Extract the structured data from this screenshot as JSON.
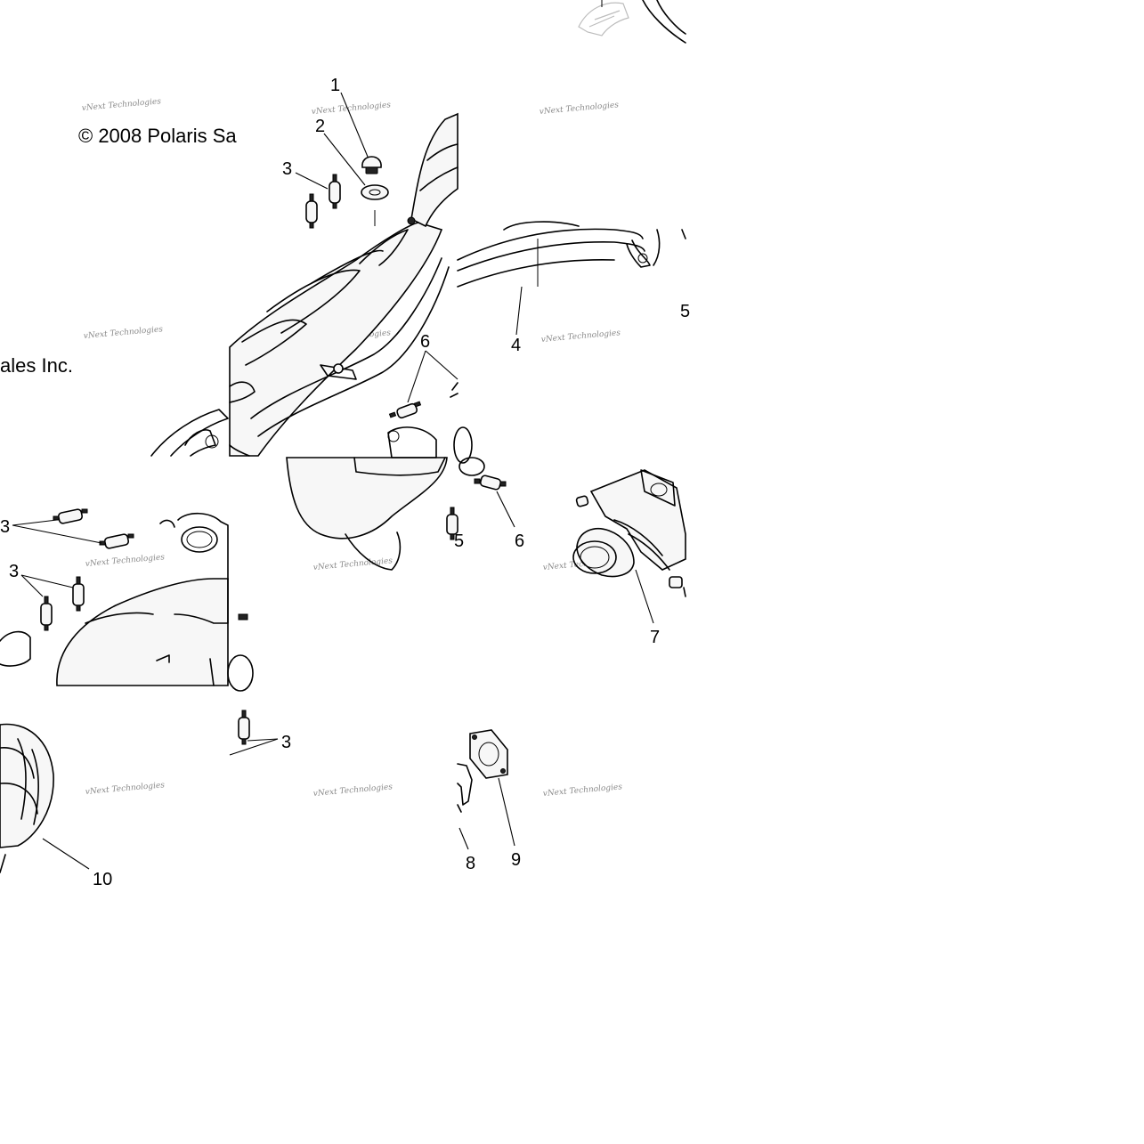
{
  "copyright": {
    "left_fragment": "© 2008 Polaris Sa",
    "right_fragment": "ales Inc."
  },
  "watermark": {
    "text": "vNext Technologies"
  },
  "callouts": [
    {
      "id": "1",
      "label": "1"
    },
    {
      "id": "2",
      "label": "2"
    },
    {
      "id": "3a",
      "label": "3"
    },
    {
      "id": "4",
      "label": "4"
    },
    {
      "id": "5a",
      "label": "5"
    },
    {
      "id": "6a",
      "label": "6"
    },
    {
      "id": "3b",
      "label": "3"
    },
    {
      "id": "3c",
      "label": "3"
    },
    {
      "id": "5b",
      "label": "5"
    },
    {
      "id": "6b",
      "label": "6"
    },
    {
      "id": "7",
      "label": "7"
    },
    {
      "id": "3d",
      "label": "3"
    },
    {
      "id": "10",
      "label": "10"
    },
    {
      "id": "8",
      "label": "8"
    },
    {
      "id": "9",
      "label": "9"
    }
  ],
  "colors": {
    "line": "#000000",
    "background": "#ffffff",
    "watermark": "#8a8a8a"
  }
}
